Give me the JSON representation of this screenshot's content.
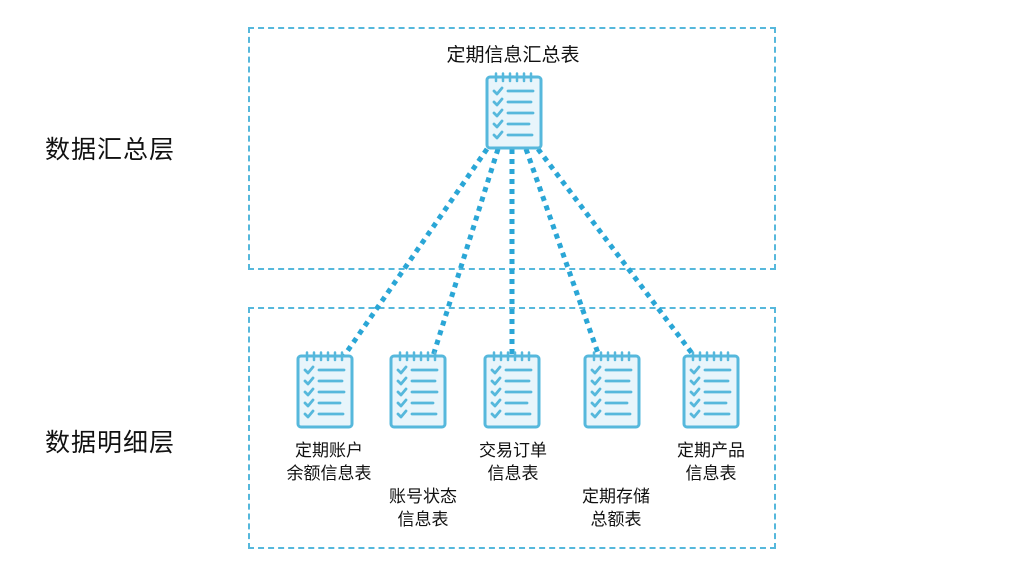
{
  "layers": {
    "summary_label": "数据汇总层",
    "detail_label": "数据明细层"
  },
  "summary_table": {
    "title": "定期信息汇总表",
    "icon": "checklist-document-icon"
  },
  "detail_tables": [
    {
      "line1": "定期账户",
      "line2": "余额信息表",
      "icon": "checklist-document-icon"
    },
    {
      "line1": "账号状态",
      "line2": "信息表",
      "icon": "checklist-document-icon"
    },
    {
      "line1": "交易订单",
      "line2": "信息表",
      "icon": "checklist-document-icon"
    },
    {
      "line1": "定期存储",
      "line2": "总额表",
      "icon": "checklist-document-icon"
    },
    {
      "line1": "定期产品",
      "line2": "信息表",
      "icon": "checklist-document-icon"
    }
  ],
  "colors": {
    "accent": "#56b8dc",
    "icon_fill": "#e8f5fb",
    "text": "#111111"
  }
}
